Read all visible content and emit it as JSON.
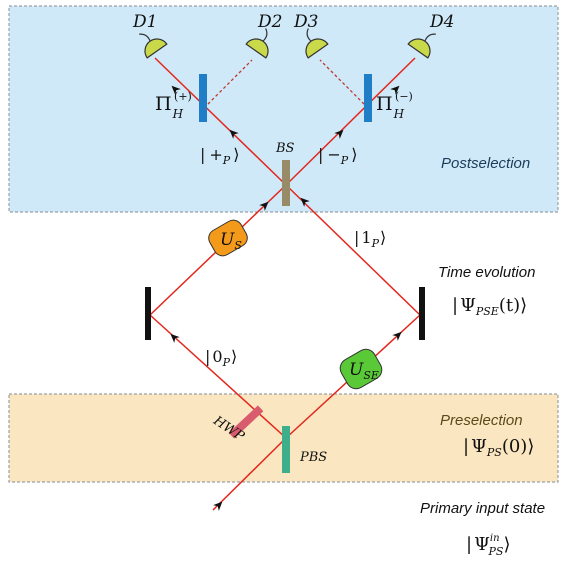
{
  "colors": {
    "beam": "#e3271d",
    "postselection_bg": "#cfe9f9",
    "preselection_bg": "#fae6c0",
    "box_border": "#9aa0a6",
    "detector": "#c9d94a",
    "projector": "#1f7ec6",
    "beam_splitter": "#988b67",
    "pbs": "#3fae8a",
    "hwp": "#d85c6e",
    "us": "#f39a1a",
    "use": "#5ac937",
    "mirror": "#111111"
  },
  "regions": {
    "postselection": "Postselection",
    "time_evolution": "Time evolution",
    "preselection": "Preselection",
    "primary_input": "Primary input state"
  },
  "states": {
    "time_evolution": {
      "psi": "Ψ",
      "sub": "PSE",
      "arg": "(t)"
    },
    "preselection": {
      "psi": "Ψ",
      "sub": "PS",
      "arg": "(0)"
    },
    "primary_input": {
      "psi": "Ψ",
      "sup": "in",
      "sub": "PS"
    }
  },
  "detectors": [
    "D1",
    "D2",
    "D3",
    "D4"
  ],
  "projectors": {
    "left": {
      "pi": "Π",
      "sub": "H",
      "sup": "(+)"
    },
    "right": {
      "pi": "Π",
      "sub": "H",
      "sup": "(−)"
    }
  },
  "components": {
    "beam_splitter": "BS",
    "pbs": "PBS",
    "hwp": "HWP",
    "us": {
      "main": "U",
      "sub": "S"
    },
    "use": {
      "main": "U",
      "sub": "SE"
    }
  },
  "path_states": {
    "plus": {
      "label": "+",
      "sub": "P"
    },
    "minus": {
      "label": "−",
      "sub": "P"
    },
    "one": {
      "label": "1",
      "sub": "P"
    },
    "zero": {
      "label": "0",
      "sub": "P"
    }
  }
}
